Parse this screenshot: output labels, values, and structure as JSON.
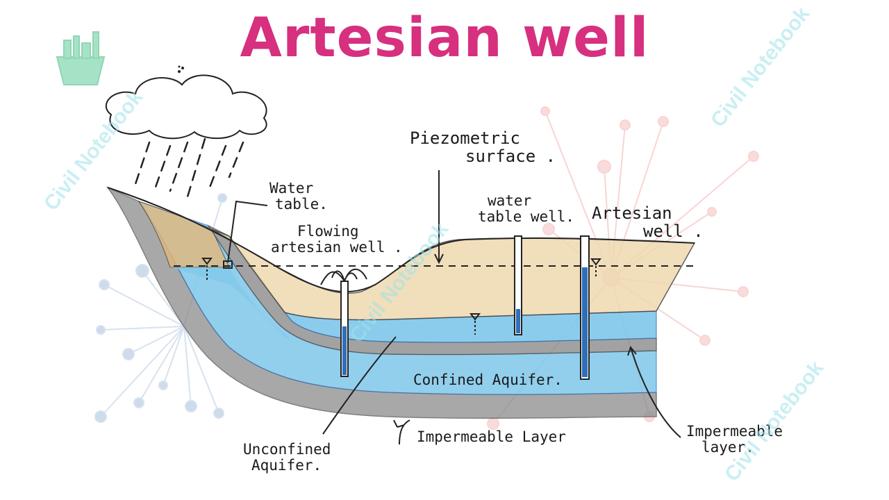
{
  "title": "Artesian well",
  "labels": {
    "piezometric": [
      "Piezometric",
      "surface ."
    ],
    "water_table": [
      "Water",
      "table."
    ],
    "flowing_well": [
      "Flowing",
      "artesian well ."
    ],
    "water_table_well": [
      "water",
      "table well."
    ],
    "artesian_well": [
      "Artesian",
      "well ."
    ],
    "confined_aquifer": "Confined Aquifer.",
    "impermeable_layer_bottom": "Impermeable Layer",
    "impermeable_layer_right": [
      "Impermeable",
      "layer."
    ],
    "unconfined_aquifer": [
      "Unconfined",
      "Aquifer."
    ]
  },
  "watermark": "Civil Notebook",
  "colors": {
    "title": "#d6307f",
    "water": "#7fc7ea",
    "water_dark": "#2f6fb8",
    "sand": "#efd9b0",
    "recharge": "#e4b87a",
    "rock": "#8b8b8b",
    "ink": "#1a1a1a",
    "watermark": "#9fe3ea",
    "deco_pink": "#f6b8b8",
    "deco_blue": "#b9cde3",
    "deco_green": "#a6e3c6"
  },
  "icons": [
    "cloud-icon",
    "rain-icon",
    "stationery-cup-icon",
    "water-level-marker-icon"
  ]
}
